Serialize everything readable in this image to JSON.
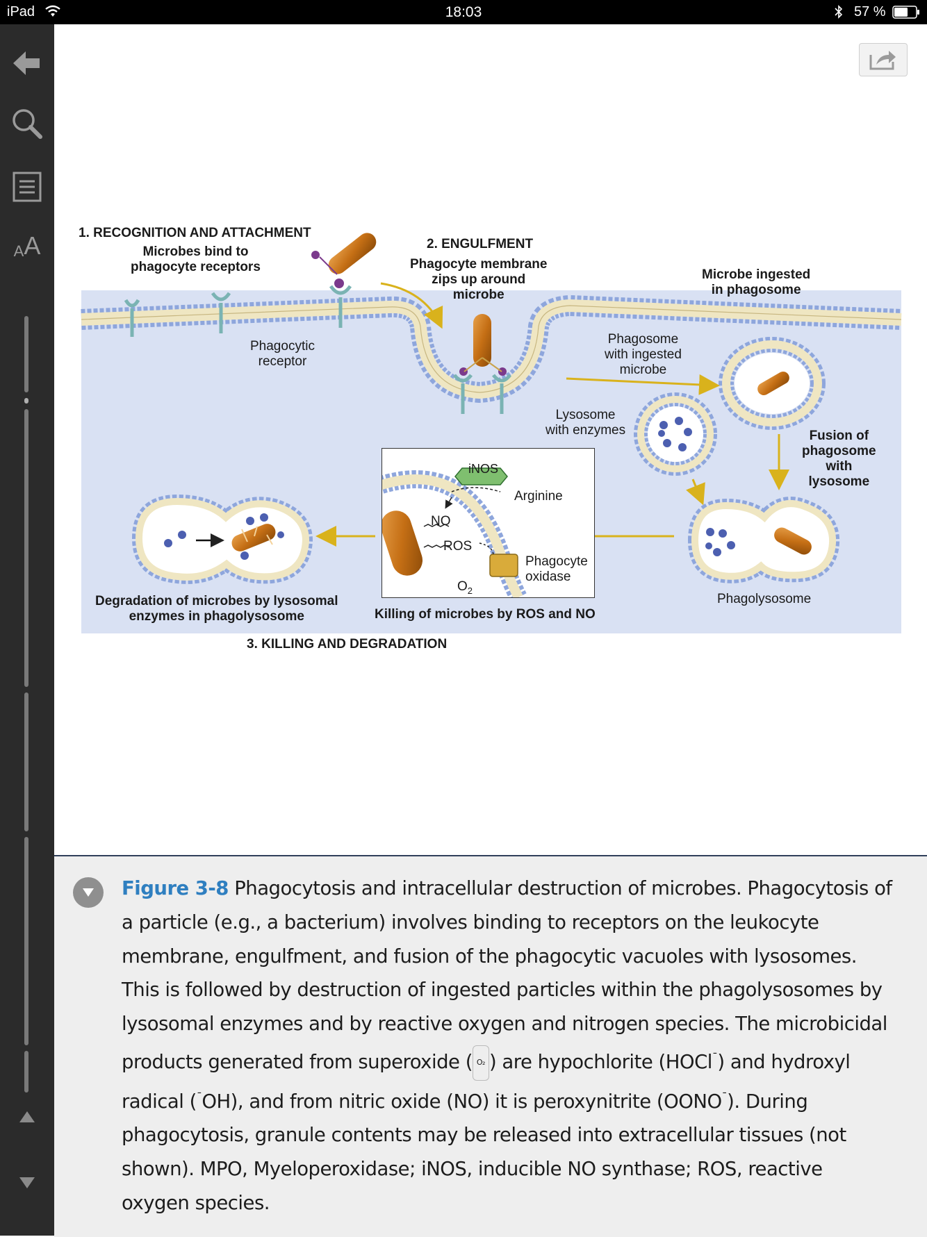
{
  "status_bar": {
    "device": "iPad",
    "time": "18:03",
    "battery_pct": "57 %"
  },
  "sidebar": {
    "font_size_label_small": "A",
    "font_size_label_large": "A"
  },
  "figure": {
    "step1_title": "1. RECOGNITION AND ATTACHMENT",
    "step1_sub_line1": "Microbes bind to",
    "step1_sub_line2": "phagocyte receptors",
    "receptor_line1": "Phagocytic",
    "receptor_line2": "receptor",
    "step2_title": "2. ENGULFMENT",
    "step2_sub_line1": "Phagocyte membrane",
    "step2_sub_line2": "zips up around",
    "step2_sub_line3": "microbe",
    "ingested_line1": "Microbe ingested",
    "ingested_line2": "in phagosome",
    "phagosome_line1": "Phagosome",
    "phagosome_line2": "with ingested",
    "phagosome_line3": "microbe",
    "lysosome_line1": "Lysosome",
    "lysosome_line2": "with enzymes",
    "fusion_line1": "Fusion of",
    "fusion_line2": "phagosome",
    "fusion_line3": "with",
    "fusion_line4": "lysosome",
    "inos": "iNOS",
    "arginine": "Arginine",
    "no": "NO",
    "ros": "ROS",
    "o2": "O",
    "o2_sub": "2",
    "oxidase_line1": "Phagocyte",
    "oxidase_line2": "oxidase",
    "phagolysosome": "Phagolysosome",
    "degradation_line1": "Degradation of microbes by lysosomal",
    "degradation_line2": "enzymes in phagolysosome",
    "killing": "Killing of microbes by ROS and NO",
    "step3_title": "3. KILLING AND DEGRADATION"
  },
  "caption": {
    "figure_ref": "Figure 3-8",
    "text_part1": " Phagocytosis and intracellular destruction of microbes. Phagocytosis of a particle (e.g., a bacterium) involves binding to receptors on the leukocyte membrane, engulfment, and fusion of the phagocytic vacuoles with lysosomes. This is followed by destruction of ingested particles within the phagolysosomes by lysosomal enzymes and by reactive oxygen and nitrogen species. The microbicidal products generated from superoxide (",
    "superoxide_symbol": "O₂",
    "text_part2": ") are hypochlorite (HOCl",
    "minus1": "¯",
    "text_part3": ") and hydroxyl radical (",
    "minus2": "¯",
    "text_part4": "OH), and from nitric oxide (NO) it is peroxynitrite (OONO",
    "minus3": "¯",
    "text_part5": "). During phagocytosis, granule contents may be released into extracellular tissues (not shown). MPO, Myeloperoxidase; iNOS, inducible NO synthase; ROS, reactive oxygen species."
  }
}
